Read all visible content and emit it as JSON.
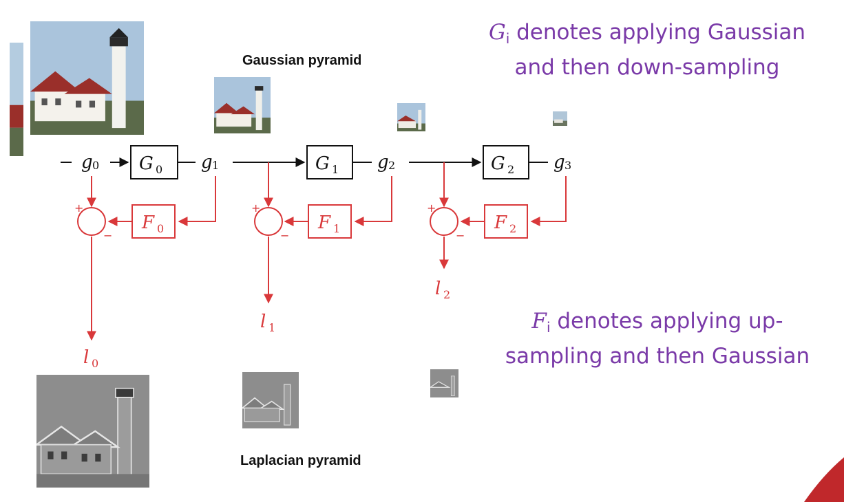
{
  "gaussian_pyramid_label": "Gaussian pyramid",
  "laplacian_pyramid_label": "Laplacian pyramid",
  "note_g": {
    "symbol": "G",
    "sub": "i",
    "line1": "denotes applying Gaussian",
    "line2": "and then down-sampling"
  },
  "note_f": {
    "symbol": "F",
    "sub": "i",
    "line1": "denotes applying up-",
    "line2": "sampling and then Gaussian"
  },
  "nodes": {
    "g0": {
      "symbol": "g",
      "sub": "0"
    },
    "g1": {
      "symbol": "g",
      "sub": "1"
    },
    "g2": {
      "symbol": "g",
      "sub": "2"
    },
    "g3": {
      "symbol": "g",
      "sub": "3"
    },
    "G0": {
      "symbol": "G",
      "sub": "0"
    },
    "G1": {
      "symbol": "G",
      "sub": "1"
    },
    "G2": {
      "symbol": "G",
      "sub": "2"
    },
    "F0": {
      "symbol": "F",
      "sub": "0"
    },
    "F1": {
      "symbol": "F",
      "sub": "1"
    },
    "F2": {
      "symbol": "F",
      "sub": "2"
    },
    "l0": {
      "symbol": "l",
      "sub": "0"
    },
    "l1": {
      "symbol": "l",
      "sub": "1"
    },
    "l2": {
      "symbol": "l",
      "sub": "2"
    }
  },
  "sign_plus": "+",
  "sign_minus": "−",
  "colors": {
    "accent_purple": "#7a3aa8",
    "red": "#d9383a",
    "black": "#111111",
    "corner_red": "#c0282b"
  }
}
